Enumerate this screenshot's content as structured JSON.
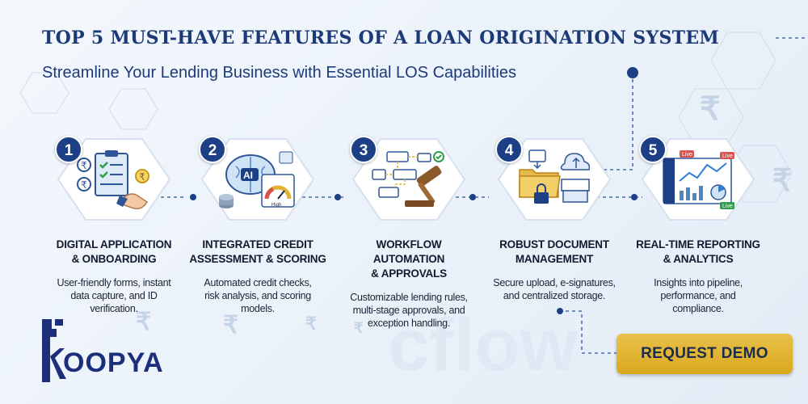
{
  "header": {
    "title": "TOP 5 MUST-HAVE FEATURES OF A LOAN ORIGINATION SYSTEM",
    "subtitle": "Streamline Your Lending Business with Essential LOS Capabilities"
  },
  "features": [
    {
      "number": "1",
      "title_line1": "DIGITAL APPLICATION",
      "title_line2": "& ONBOARDING",
      "desc_line1": "User-friendly forms, instant",
      "desc_line2": "data capture, and ID",
      "desc_line3": "verification.",
      "icon": "application-form-handshake-icon"
    },
    {
      "number": "2",
      "title_line1": "INTEGRATED CREDIT",
      "title_line2": "ASSESSMENT & SCORING",
      "desc_line1": "Automated credit checks,",
      "desc_line2": "risk analysis, and scoring",
      "desc_line3": "models.",
      "icon": "ai-brain-credit-gauge-icon",
      "art_text": "AI",
      "gauge_label": "High"
    },
    {
      "number": "3",
      "title_line1": "WORKFLOW AUTOMATION",
      "title_line2": "& APPROVALS",
      "desc_line1": "Customizable lending rules,",
      "desc_line2": "multi-stage approvals, and",
      "desc_line3": "exception handling.",
      "icon": "workflow-gavel-icon"
    },
    {
      "number": "4",
      "title_line1": "ROBUST DOCUMENT",
      "title_line2": "MANAGEMENT",
      "desc_line1": "Secure upload, e-signatures,",
      "desc_line2": "and centralized storage.",
      "desc_line3": "",
      "icon": "folder-cloud-lock-icon"
    },
    {
      "number": "5",
      "title_line1": "REAL-TIME REPORTING",
      "title_line2": "& ANALYTICS",
      "desc_line1": "Insights into pipeline,",
      "desc_line2": "performance, and",
      "desc_line3": "compliance.",
      "icon": "dashboard-analytics-icon",
      "live_badge": "Live"
    }
  ],
  "logo": {
    "text": "OOPYA"
  },
  "cta": {
    "label": "REQUEST DEMO"
  },
  "colors": {
    "primary": "#1d3a78",
    "accent": "#e0b334",
    "badge": "#1d3f86"
  }
}
